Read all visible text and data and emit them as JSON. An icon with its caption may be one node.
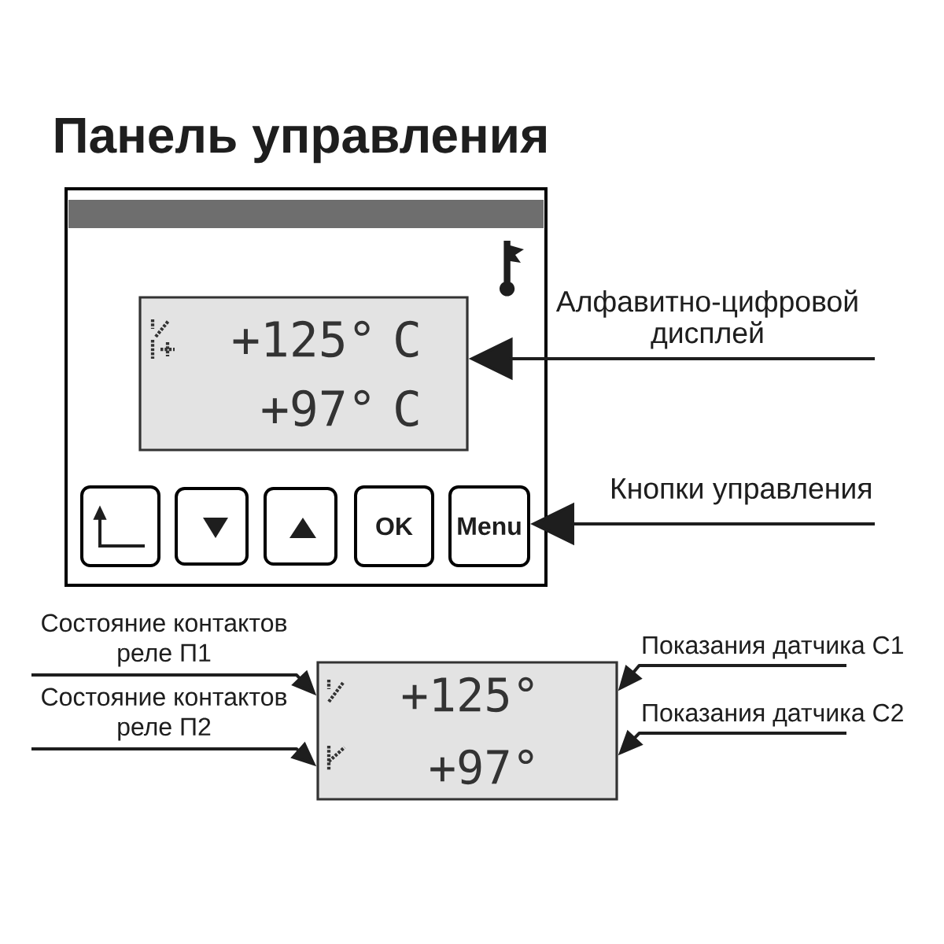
{
  "diagram": {
    "title": "Панель управления",
    "nodes": [
      {
        "text": [],
        "shape": "box"
      },
      {
        "text": [
          "+125° C",
          "+97° C"
        ],
        "in": 0
      },
      {
        "text": [],
        "shape": "box",
        "in": 0
      },
      {
        "text": [],
        "shape": "box",
        "in": 0
      },
      {
        "text": [],
        "shape": "box",
        "in": 0
      },
      {
        "text": [
          "OK"
        ],
        "in": 0
      },
      {
        "text": [
          "Menu"
        ],
        "in": 0
      },
      {
        "text": [
          "Алфавитно-цифровой дисплей"
        ]
      },
      {
        "text": [
          "Кнопки управления"
        ]
      },
      {
        "text": [
          "+125°",
          "+97°"
        ]
      },
      {
        "text": [
          "Состояние контактов реле П1"
        ]
      },
      {
        "text": [
          "Состояние контактов реле П2"
        ]
      },
      {
        "text": [
          "Показания датчика С1"
        ]
      },
      {
        "text": [
          "Показания датчика С2"
        ]
      }
    ],
    "edges": [
      {
        "from": 7,
        "to": 1,
        "arrow": "to"
      },
      {
        "from": 8,
        "to": 6,
        "arrow": "to"
      },
      {
        "from": 10,
        "to": 9,
        "arrow": "to"
      },
      {
        "from": 11,
        "to": 9,
        "arrow": "to"
      },
      {
        "from": 12,
        "to": 9,
        "arrow": "to"
      },
      {
        "from": 13,
        "to": 9,
        "arrow": "to"
      }
    ]
  }
}
